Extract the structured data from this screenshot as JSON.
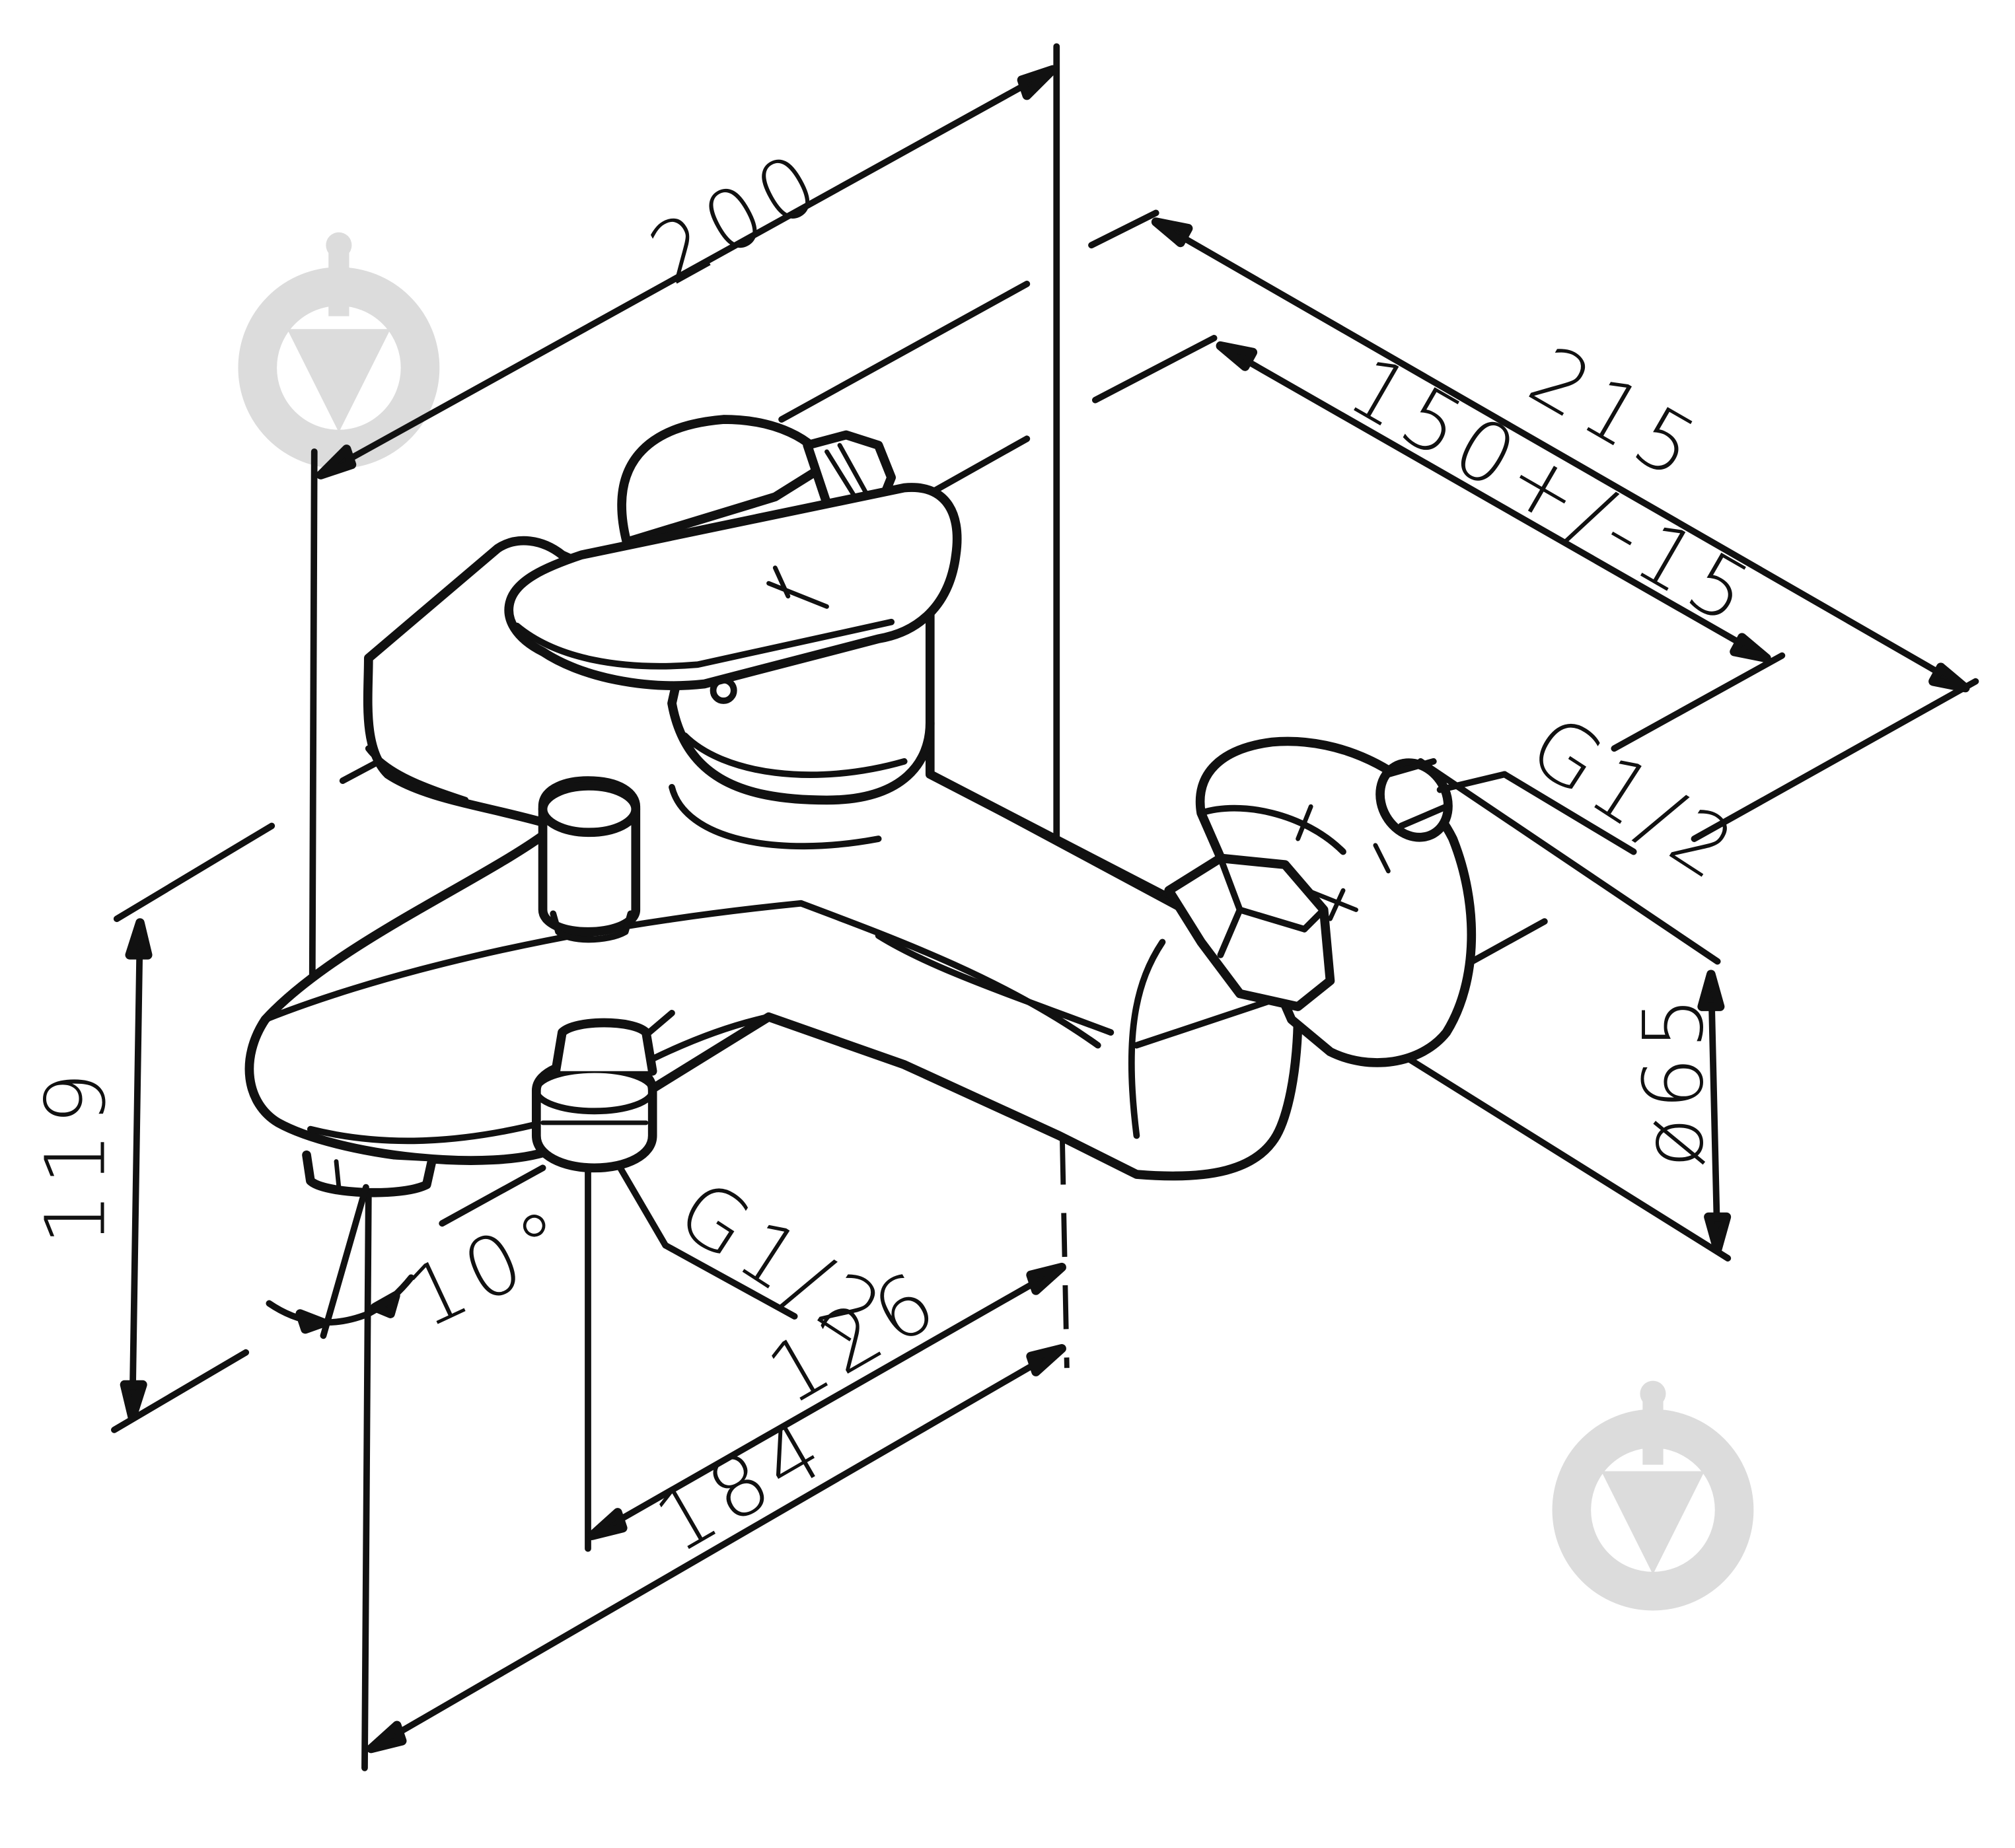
{
  "diagram": {
    "dimensions": {
      "overall_length": "200",
      "wall_distance": "215",
      "center_distance": "150+/-15",
      "height": "119",
      "spout_angle": "10°",
      "outlet_thread": "G1/2",
      "inlet_thread": "G1/2",
      "spout_reach": "126",
      "outlet_to_spout": "184",
      "flange_diameter": "ø65"
    },
    "watermark": {
      "icon": "logo-mark-icon",
      "color": "#dcdcdc"
    },
    "line_color": "#111111"
  }
}
